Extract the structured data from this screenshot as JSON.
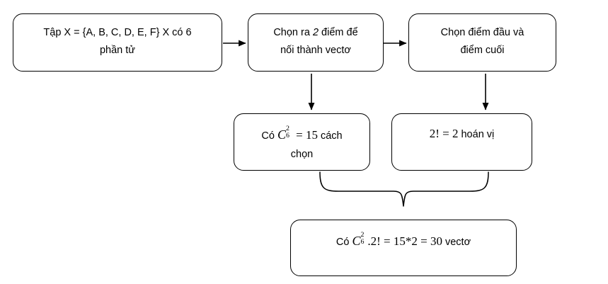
{
  "diagram": {
    "title": "So do chon vecto tu tap X",
    "background_color": "#ffffff",
    "stroke_color": "#000000",
    "nodes": {
      "set_definition": {
        "line1": "Tập X = {A, B, C, D, E, F} X có 6",
        "line2": "phần tử"
      },
      "choose_two_points": {
        "line1_pre": "Chọn ra ",
        "line1_em": "2",
        "line1_post": " điểm để",
        "line2": "nối thành vectơ"
      },
      "choose_start_end": {
        "line1": "Chọn điểm đầu và",
        "line2": "điểm cuối"
      },
      "combination_result": {
        "prefix": "Có ",
        "symbol": "C",
        "sup": "2",
        "sub": "6",
        "equals": " = 15",
        "suffix": " cách",
        "line2": "chọn"
      },
      "permutation_result": {
        "text": "2! = 2",
        "suffix": " hoán vị"
      },
      "final_result": {
        "prefix": "Có ",
        "symbol": "C",
        "sup": "2",
        "sub": "6",
        "mid": ".2! = 15*2 = 30",
        "suffix": " vectơ"
      }
    },
    "edges": [
      {
        "name": "arrow-set-to-choose",
        "kind": "arrow-right"
      },
      {
        "name": "arrow-choose-to-startend",
        "kind": "arrow-right"
      },
      {
        "name": "arrow-choose-to-combination",
        "kind": "arrow-down"
      },
      {
        "name": "arrow-startend-to-permutation",
        "kind": "arrow-down"
      },
      {
        "name": "brace-merge-to-final",
        "kind": "curly-brace"
      }
    ]
  }
}
